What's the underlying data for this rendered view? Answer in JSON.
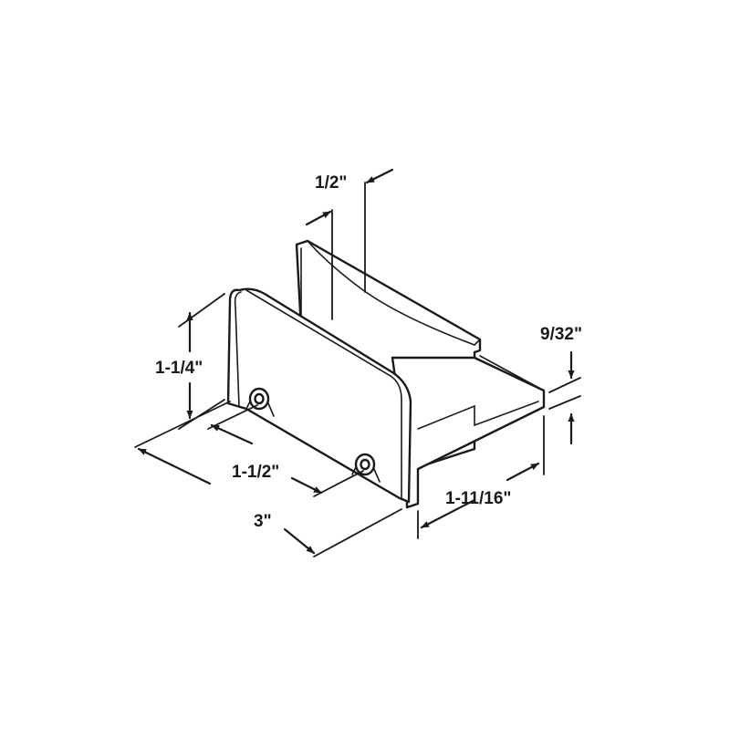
{
  "dimensions": {
    "top_width": "1/2\"",
    "height": "1-1/4\"",
    "hole_spacing": "1-1/2\"",
    "length": "3\"",
    "flange_thickness": "9/32\"",
    "depth": "1-11/16\""
  }
}
